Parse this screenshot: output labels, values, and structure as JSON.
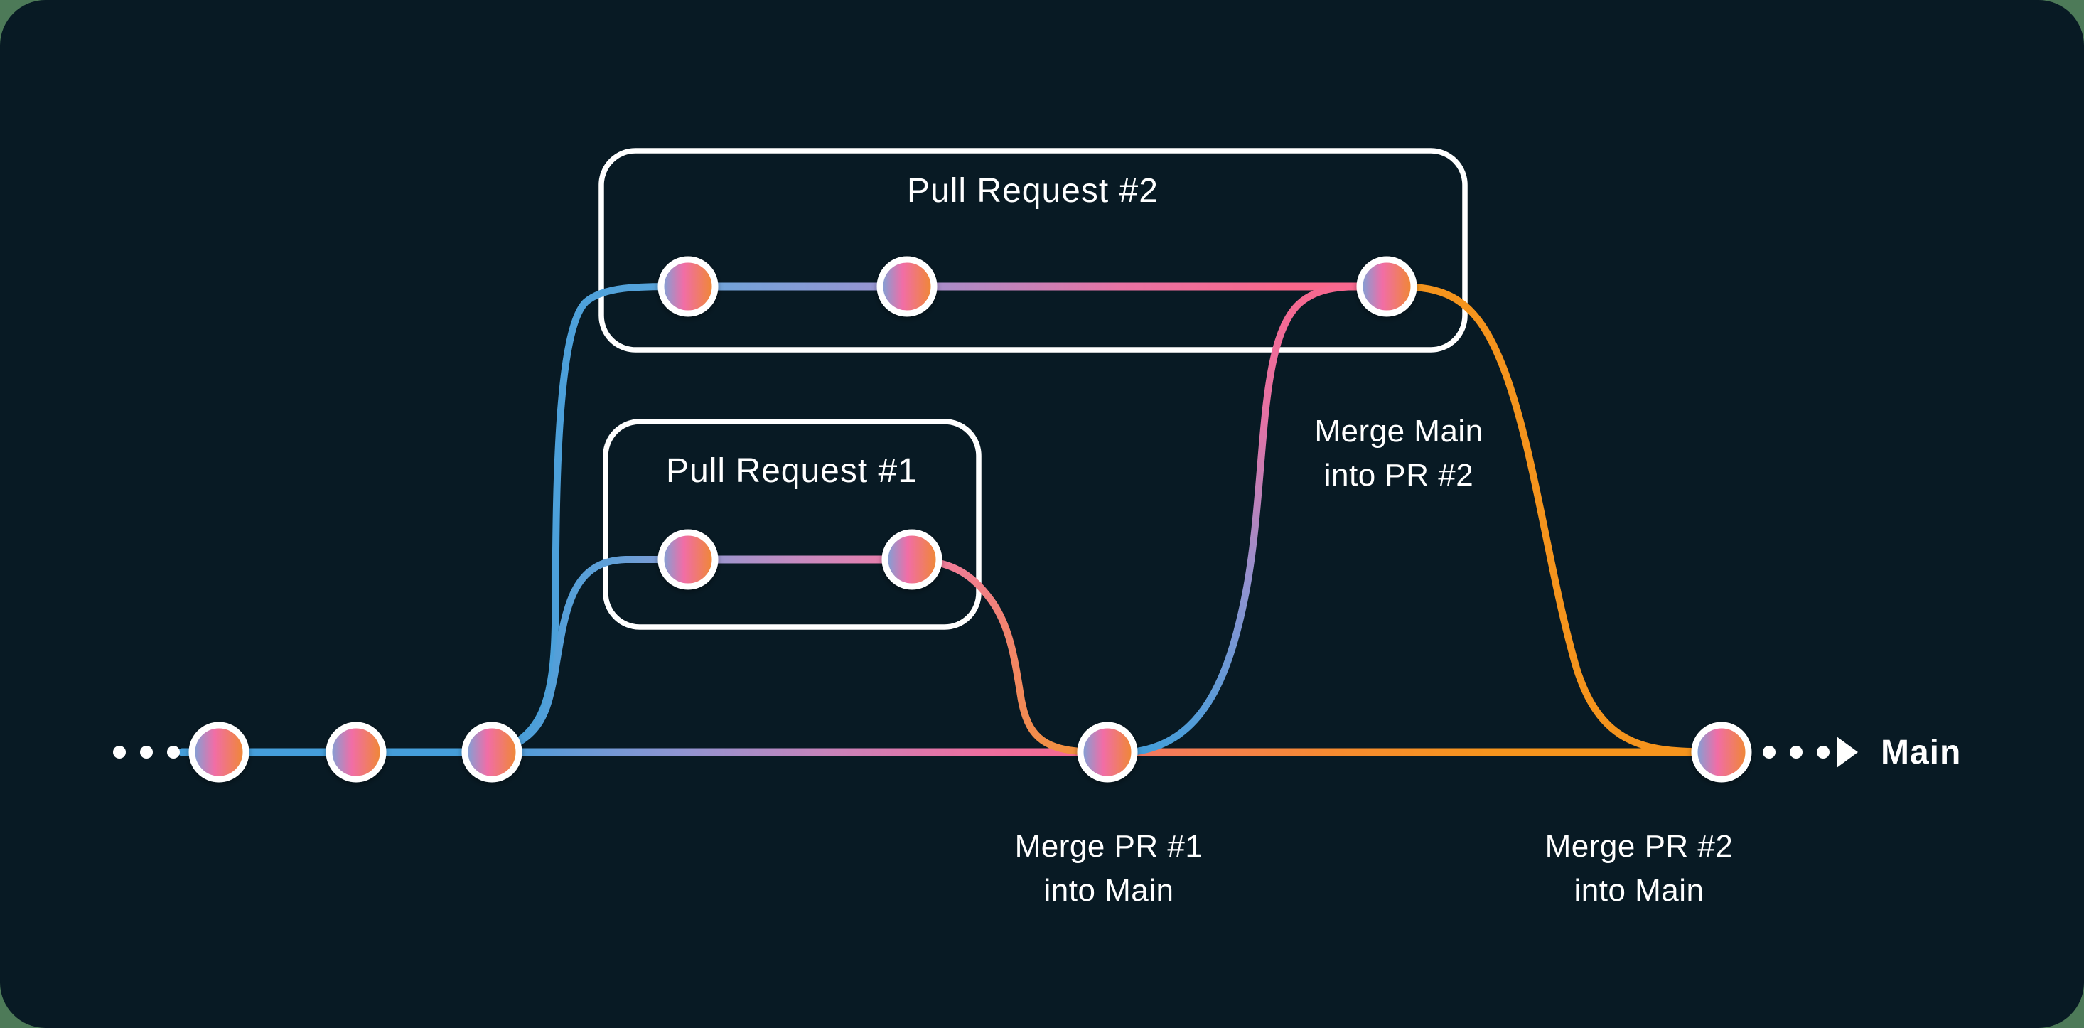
{
  "page": {
    "outer_background": "#4D7A58",
    "panel_background": "#081A24"
  },
  "colors": {
    "branch_blue": "#459EDA",
    "periwinkle": "#8E95D2",
    "pink": "#EE6E9F",
    "hot_pink": "#F9678B",
    "salmon": "#F37568",
    "orange": "#F5941D",
    "node_gradient": [
      "#74A6DB",
      "#F16DA6",
      "#EF8A2C"
    ],
    "node_ring": "#FFFFFF",
    "box_border": "#FFFFFF",
    "text": "#FFFFFF"
  },
  "pull_request_2": {
    "title": "Pull Request #2",
    "commit_count": 3
  },
  "pull_request_1": {
    "title": "Pull Request #1",
    "commit_count": 2
  },
  "annotations": {
    "merge_main_into_pr2": {
      "line1": "Merge Main",
      "line2": "into PR #2"
    },
    "merge_pr1_into_main": {
      "line1": "Merge PR #1",
      "line2": "into Main"
    },
    "merge_pr2_into_main": {
      "line1": "Merge PR #2",
      "line2": "into Main"
    }
  },
  "main_branch": {
    "label": "Main",
    "plain_commit_count": 3,
    "merge_commit_count": 2
  }
}
